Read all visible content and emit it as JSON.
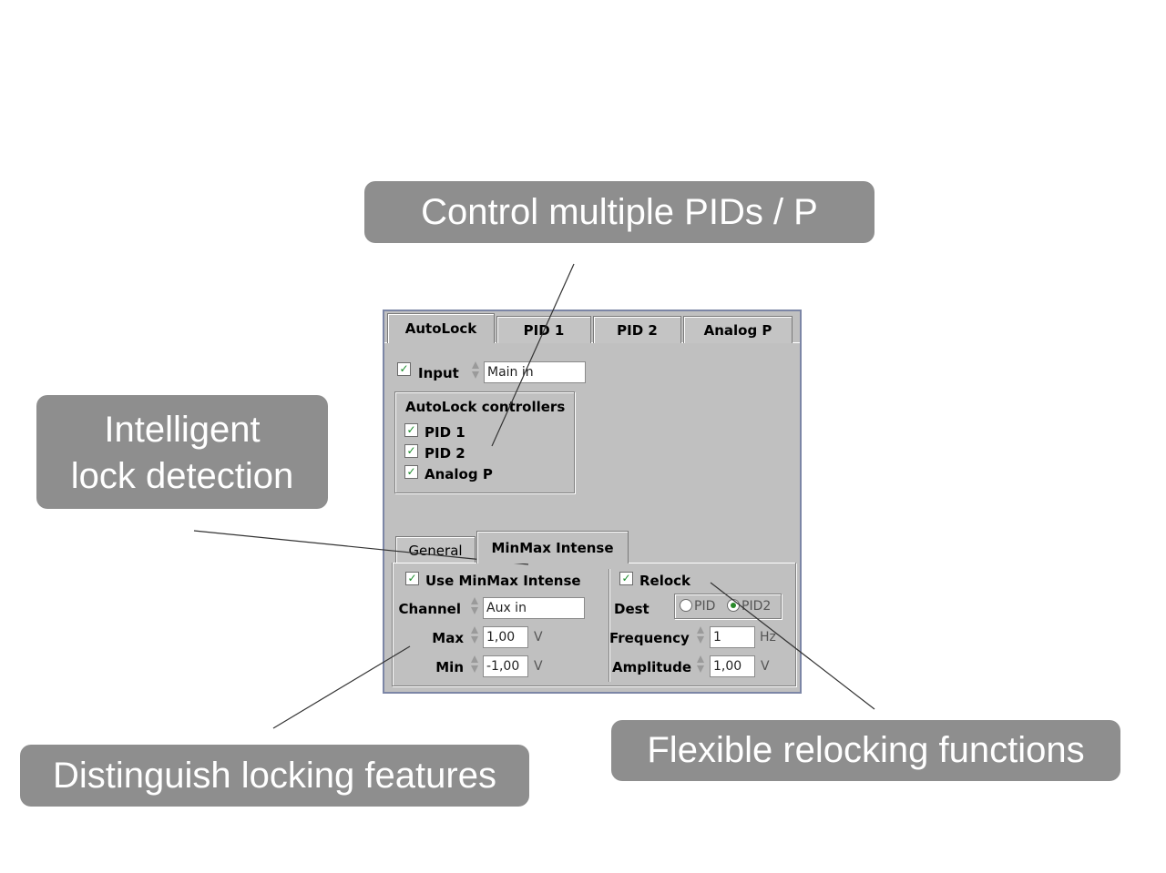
{
  "callouts": {
    "control": "Control multiple PIDs / P",
    "intelligent_line1": "Intelligent",
    "intelligent_line2": "lock detection",
    "distinguish": "Distinguish locking features",
    "flexible": "Flexible relocking functions"
  },
  "panel": {
    "top_tabs": [
      "AutoLock",
      "PID 1",
      "PID 2",
      "Analog P"
    ],
    "input": {
      "label": "Input",
      "checked": true,
      "value": "Main in"
    },
    "controllers": {
      "title": "AutoLock controllers",
      "items": [
        {
          "label": "PID 1",
          "checked": true
        },
        {
          "label": "PID 2",
          "checked": true
        },
        {
          "label": "Analog P",
          "checked": true
        }
      ]
    },
    "sub_tabs": [
      "General",
      "MinMax Intense"
    ],
    "minmax": {
      "use_label": "Use MinMax Intense",
      "use_checked": true,
      "channel_label": "Channel",
      "channel_value": "Aux in",
      "max_label": "Max",
      "max_value": "1,00",
      "max_unit": "V",
      "min_label": "Min",
      "min_value": "-1,00",
      "min_unit": "V"
    },
    "relock": {
      "label": "Relock",
      "checked": true,
      "dest_label": "Dest",
      "dest_options": [
        "PID",
        "PID2"
      ],
      "dest_selected": "PID2",
      "frequency_label": "Frequency",
      "frequency_value": "1",
      "frequency_unit": "Hz",
      "amplitude_label": "Amplitude",
      "amplitude_value": "1,00",
      "amplitude_unit": "V"
    }
  },
  "colors": {
    "callout_bg": "#8e8e8e",
    "panel_bg": "#c0c0c0",
    "check": "#1a8a2a"
  }
}
